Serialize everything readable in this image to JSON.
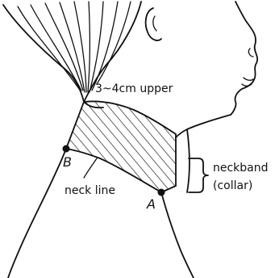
{
  "diagram": {
    "labels": {
      "upper": "3~4cm upper",
      "neckband": "neckband",
      "collar": "(collar)",
      "neck_line": "neck line",
      "point_a": "A",
      "point_b": "B"
    },
    "colors": {
      "ink": "#111111",
      "background": "#ffffff"
    }
  }
}
